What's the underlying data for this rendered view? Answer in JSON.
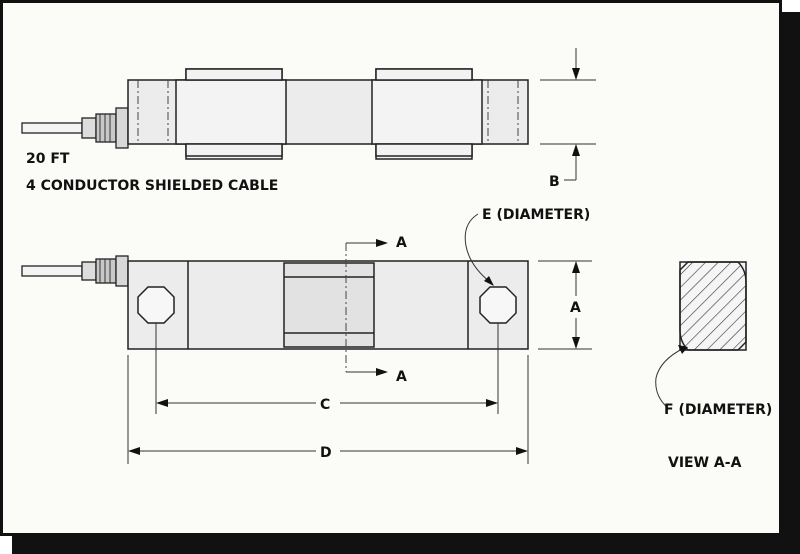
{
  "labels": {
    "cable_length": "20 FT",
    "cable_desc": "4 CONDUCTOR SHIELDED CABLE",
    "dim_a_top": "A",
    "dim_a_bottom": "A",
    "dim_a_side": "A",
    "dim_b": "B",
    "dim_c": "C",
    "dim_d": "D",
    "dim_e": "E (DIAMETER)",
    "dim_f": "F (DIAMETER)",
    "view": "VIEW A-A"
  }
}
